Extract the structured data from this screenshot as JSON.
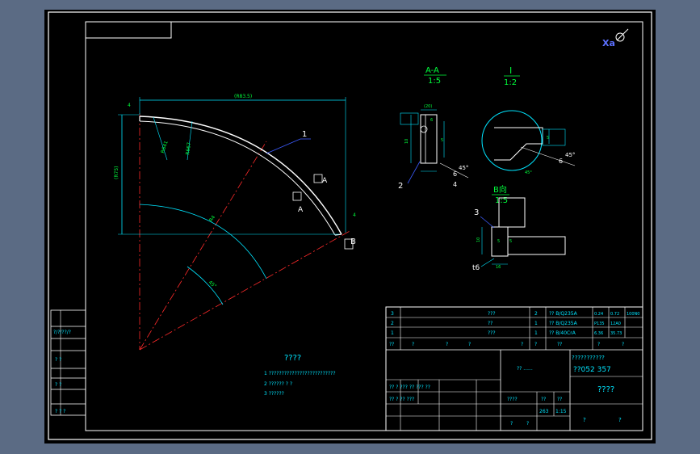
{
  "colors": {
    "background": "#5b6b84",
    "canvas": "#000000",
    "frame": "#ffffff",
    "dimension": "#00e5ff",
    "text_green": "#00ff3c",
    "centerline": "#ff2a2a",
    "leader": "#3c5cff",
    "title_blue": "#5c70ff",
    "cad_icon": "#ffffff"
  },
  "views": {
    "section_aa_label": "A-A",
    "section_aa_scale": "1:5",
    "detail_label": "I",
    "detail_scale": "1:2",
    "view_b_label": "B向",
    "view_b_scale": "1:5",
    "corner_mark": "Xa"
  },
  "main_view": {
    "dim_top": "(R83.5)",
    "dim_left": "(R75)",
    "dim_small_left": "4",
    "dim_small_right": "4",
    "dim_radial_1": "R641",
    "dim_radial_2": "R667",
    "dim_radius": "R4",
    "dim_angle": "45°",
    "callout_1": "1",
    "callout_a": "A",
    "callout_a_letter": "A",
    "callout_b": "B"
  },
  "section_view": {
    "callout_2": "2",
    "dim_width": "(20)",
    "dim_height": "10",
    "dim_inner": "6",
    "dim_5": "5",
    "dim_6": "6",
    "dim_4": "4",
    "chamfer": "45°"
  },
  "detail_view": {
    "dim_6": "6",
    "dim_chamfer": "45°",
    "dim_angle": "45°",
    "dim_small": "5"
  },
  "view_b": {
    "callout_3": "3",
    "dim_t6": "t6",
    "dim_10": "10",
    "dim_5a": "5",
    "dim_5b": "5",
    "dim_16": "16"
  },
  "notes": {
    "heading": "????",
    "line1": "1  ??????????????????????????",
    "line2": "2  ?????? ?     ?",
    "line3": "3  ??????"
  },
  "side_table": [
    "?/?/??/?",
    "?  ?",
    "?   ?",
    "? ? ?"
  ],
  "title_block": {
    "parts_rows": [
      [
        "3",
        "???",
        "2",
        "?? B/Q235A",
        "0.24",
        "0.72",
        "100N0"
      ],
      [
        "2",
        "??",
        "1",
        "?? B/Q235A",
        "P135",
        "12A0",
        ""
      ],
      [
        "1",
        "???",
        "1",
        "?? B/40CrA",
        "6.36",
        "35.73",
        ""
      ]
    ],
    "header_row": [
      "??",
      "?",
      "?",
      "?",
      "?",
      "?",
      "??",
      "?",
      "?"
    ],
    "drawing_code": "???????????",
    "drawing_no": "??052    357",
    "company_mark": "?? ......",
    "drawing_title": "????",
    "sign_rows": [
      "?? ? ??? ?? ??? ??",
      "?? ? ?? ???"
    ],
    "scale_label": "????",
    "mass_label": "??",
    "scale_label2": "??",
    "mass_value": "263",
    "scale_value": "1:15",
    "sheet_a": "?",
    "sheet_b": "?",
    "bottom_a": "?",
    "bottom_b": "?"
  }
}
